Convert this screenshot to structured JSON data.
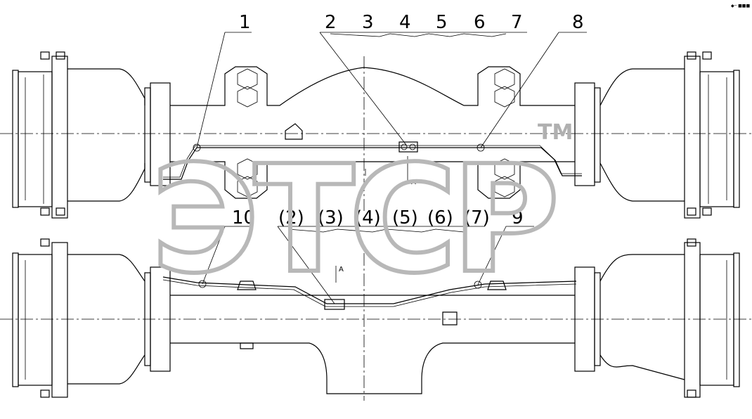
{
  "callouts_top": [
    "1",
    "2",
    "3",
    "4",
    "5",
    "6",
    "7",
    "8"
  ],
  "callouts_bottom": [
    "10",
    "(2)",
    "(3)",
    "(4)",
    "(5)",
    "(6)",
    "(7)",
    "9"
  ],
  "section_marks": [
    "A",
    "A"
  ],
  "watermark": {
    "text": "ЭТСР",
    "tm": "TM"
  },
  "corner_mark": "◆─ ■■■"
}
